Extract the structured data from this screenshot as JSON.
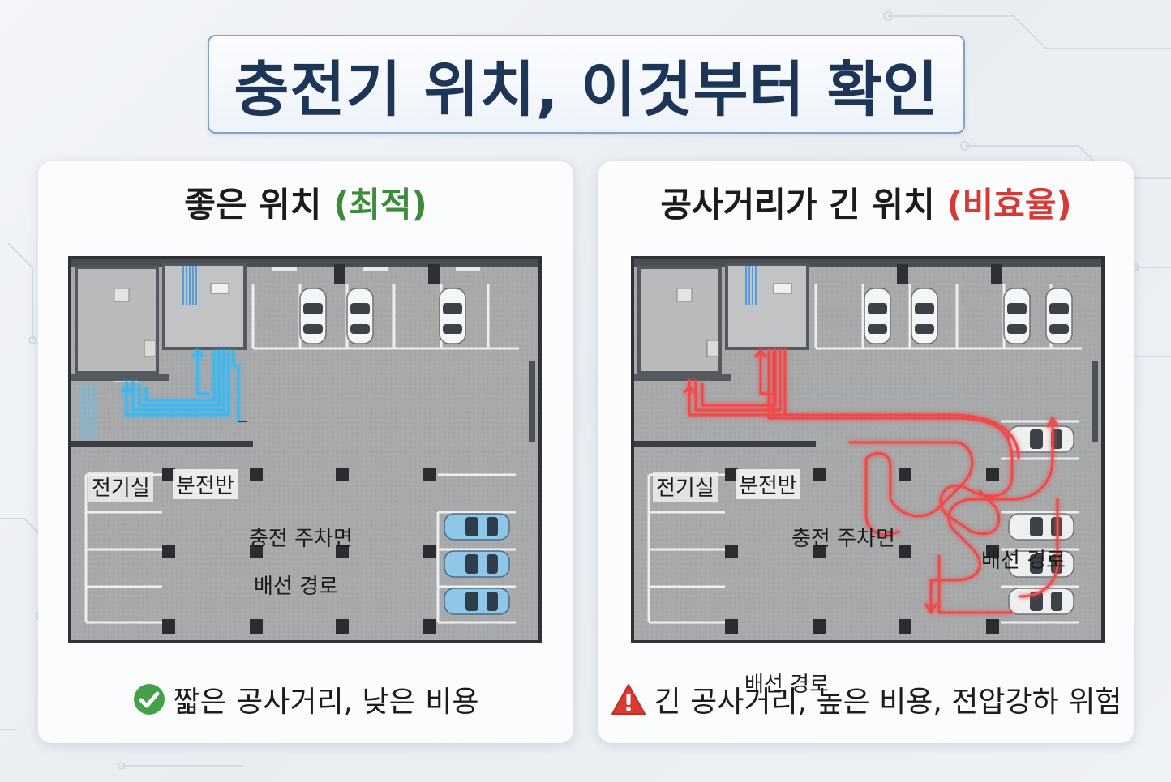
{
  "title": "충전기 위치, 이것부터 확인",
  "left": {
    "title_main": "좋은 위치",
    "title_tag": "(최적)",
    "label_room": "전기실",
    "label_panel": "분전반",
    "label_parking": "충전 주차면",
    "label_route": "배선 경로",
    "caption": "짧은 공사거리, 낮은 비용",
    "caption_icon": "check-circle-icon"
  },
  "right": {
    "title_main": "공사거리가 긴 위치",
    "title_tag": "(비효율)",
    "label_room": "전기실",
    "label_panel": "분전반",
    "label_parking": "충전 주차면",
    "label_route_top": "배선 경로",
    "label_route_mid": "배선 경로",
    "caption": "긴 공사거리, 높은 비용, 전압강하 위험",
    "caption_icon": "warning-triangle-icon"
  },
  "colors": {
    "title_text": "#1d3557",
    "title_border": "#7fa3c9",
    "good": "#3c8b3b",
    "bad": "#d63a35",
    "route_short": "#3ab8f0",
    "route_long": "#f04a4a",
    "floor": "#a6a8aa",
    "wall": "#3a3d41"
  }
}
